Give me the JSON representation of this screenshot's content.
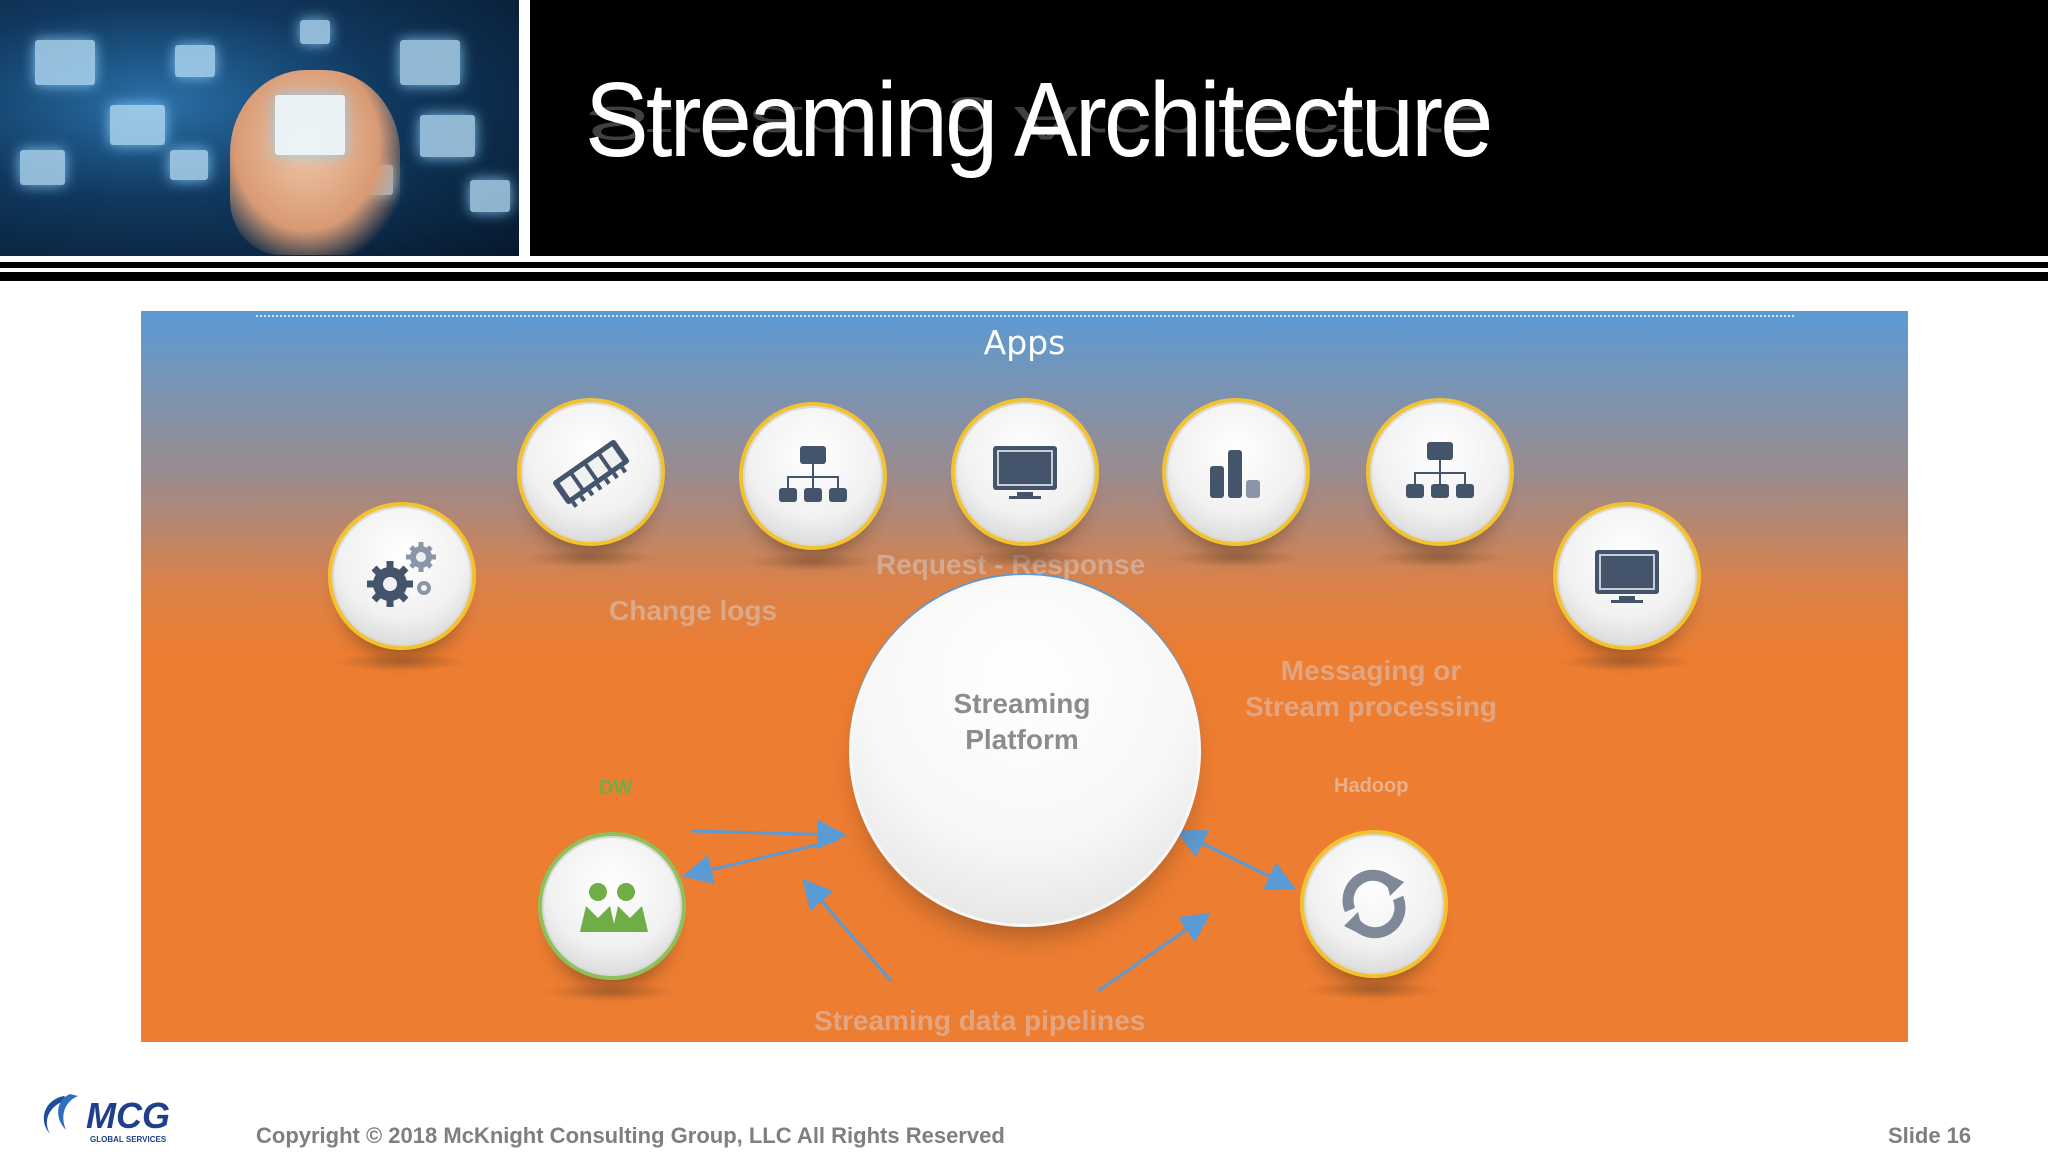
{
  "slide": {
    "title": "Streaming Architecture",
    "slide_number": "Slide 16"
  },
  "diagram": {
    "top_label": "Apps",
    "center_label_line1": "Streaming",
    "center_label_line2": "Platform",
    "labels": {
      "request_response": "Request - Response",
      "change_logs": "Change logs",
      "messaging_line1": "Messaging or",
      "messaging_line2": "Stream processing",
      "dw": "DW",
      "hadoop": "Hadoop",
      "pipelines": "Streaming data pipelines"
    },
    "nodes": [
      {
        "icon": "gears-icon"
      },
      {
        "icon": "memory-chip-icon"
      },
      {
        "icon": "hierarchy-icon"
      },
      {
        "icon": "monitor-icon"
      },
      {
        "icon": "bar-chart-icon"
      },
      {
        "icon": "hierarchy-icon"
      },
      {
        "icon": "monitor-icon"
      },
      {
        "icon": "people-icon"
      },
      {
        "icon": "sync-icon"
      }
    ],
    "colors": {
      "panel_top": "#5b9bd5",
      "panel_bottom": "#ed7d31",
      "node_ring": "#f2c230",
      "dw_ring": "#8fc05a",
      "arrow": "#5b9bd5",
      "icon": "#44546a"
    }
  },
  "footer": {
    "logo_text": "MCG",
    "logo_subtext": "GLOBAL SERVICES",
    "copyright": "Copyright © 2018 McKnight Consulting Group, LLC All Rights Reserved"
  }
}
